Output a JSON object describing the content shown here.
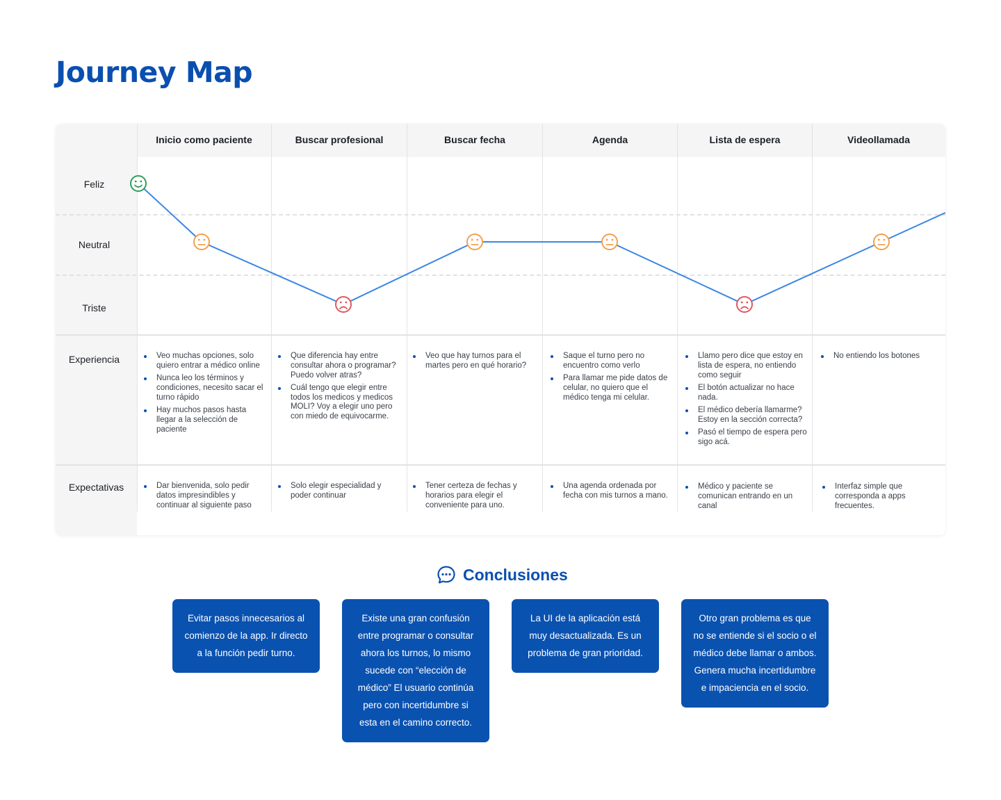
{
  "title": "Journey Map",
  "colors": {
    "brand": "#0a4fb0",
    "line": "#3b86e3",
    "happy": "#2e9e5b",
    "neutral": "#f3a04c",
    "sad": "#e0575d"
  },
  "stages": [
    "Inicio como paciente",
    "Buscar profesional",
    "Buscar fecha",
    "Agenda",
    "Lista de espera",
    "Videollamada"
  ],
  "emotion_levels": [
    "Feliz",
    "Neutral",
    "Triste"
  ],
  "emotion_path": [
    {
      "stage": "Inicio como paciente",
      "emotion": "Feliz",
      "icon": "happy-face-icon"
    },
    {
      "stage": "Inicio como paciente",
      "emotion": "Neutral",
      "icon": "neutral-face-icon"
    },
    {
      "stage": "Buscar profesional",
      "emotion": "Triste",
      "icon": "sad-face-icon"
    },
    {
      "stage": "Buscar fecha",
      "emotion": "Neutral",
      "icon": "neutral-face-icon"
    },
    {
      "stage": "Agenda",
      "emotion": "Neutral",
      "icon": "neutral-face-icon"
    },
    {
      "stage": "Lista de espera",
      "emotion": "Triste",
      "icon": "sad-face-icon"
    },
    {
      "stage": "Videollamada",
      "emotion": "Neutral",
      "icon": "neutral-face-icon"
    }
  ],
  "rows": {
    "experiencia": {
      "label": "Experiencia",
      "cells": [
        [
          "Veo muchas opciones, solo quiero entrar a médico online",
          "Nunca leo los términos y condiciones, necesito sacar el turno rápido",
          "Hay muchos pasos hasta llegar a la selección de paciente"
        ],
        [
          "Que diferencia hay entre consultar ahora o programar? Puedo volver atras?",
          "Cuál tengo que elegir entre todos los medicos y medicos MOLI? Voy a elegir uno pero con miedo de equivocarme."
        ],
        [
          "Veo que hay turnos para el martes pero en qué horario?"
        ],
        [
          "Saque el turno pero no encuentro como verlo",
          "Para llamar me pide datos de celular, no quiero que el médico tenga mi celular."
        ],
        [
          "Llamo pero dice que estoy en lista de espera, no entiendo como seguir",
          "El botón actualizar no hace nada.",
          "El médico debería llamarme? Estoy en la sección correcta?",
          "Pasó el tiempo de espera pero sigo acá."
        ],
        [
          "No entiendo los botones"
        ]
      ]
    },
    "expectativas": {
      "label": "Expectativas",
      "cells": [
        [
          "Dar bienvenida, solo pedir datos impresindibles y continuar al siguiente paso"
        ],
        [
          "Solo elegir especialidad y poder continuar"
        ],
        [
          "Tener certeza de fechas y horarios para elegir el conveniente para uno."
        ],
        [
          "Una agenda ordenada por fecha con mis turnos a mano."
        ],
        [
          "Médico y paciente se comunican entrando en un canal"
        ],
        [
          "Interfaz simple que corresponda a apps frecuentes."
        ]
      ]
    }
  },
  "conclusions": {
    "title": "Conclusiones",
    "icon": "chat-bubble-icon",
    "items": [
      "Evitar pasos innecesarios al comienzo de la app. Ir directo a la función pedir turno.",
      "Existe una gran confusión entre programar o consultar ahora los turnos, lo mismo sucede con “elección de médico” El usuario continúa pero con incertidumbre si esta en el camino correcto.",
      "La UI de la aplicación está muy desactualizada. Es un problema de gran prioridad.",
      "Otro gran problema es que no se entiende si el socio o el médico debe llamar o ambos. Genera mucha incertidumbre e impaciencia en el socio."
    ]
  }
}
